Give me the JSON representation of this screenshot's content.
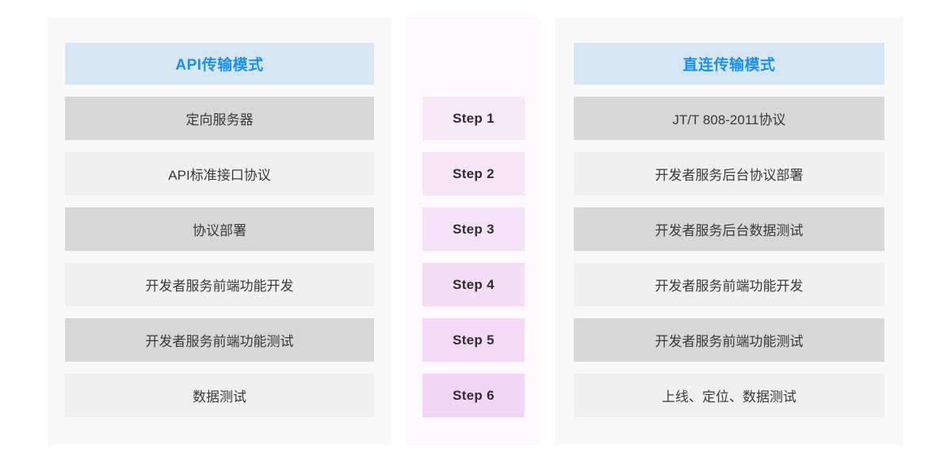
{
  "page": {
    "background": "#ffffff",
    "panel_background": "#f9f9fa",
    "middle_panel_background": "#fdf9fd",
    "title_background": "#d6e7f3",
    "title_color": "#1b8ef2",
    "row_dark_color": "#d7d7d7",
    "row_light_color": "#f0f0f0",
    "row_text_color": "#3a3a3a"
  },
  "left_column": {
    "title": "API传输模式",
    "rows": [
      {
        "label": "定向服务器",
        "shade": "dark"
      },
      {
        "label": "API标准接口协议",
        "shade": "light"
      },
      {
        "label": "协议部署",
        "shade": "dark"
      },
      {
        "label": "开发者服务前端功能开发",
        "shade": "light"
      },
      {
        "label": "开发者服务前端功能测试",
        "shade": "dark"
      },
      {
        "label": "数据测试",
        "shade": "light"
      }
    ]
  },
  "middle_column": {
    "steps": [
      {
        "label": "Step 1",
        "color": "#f8e9f8"
      },
      {
        "label": "Step 2",
        "color": "#f6e4f7"
      },
      {
        "label": "Step 3",
        "color": "#f6e2f7"
      },
      {
        "label": "Step 4",
        "color": "#f5ddf6"
      },
      {
        "label": "Step 5",
        "color": "#f4daf6"
      },
      {
        "label": "Step 6",
        "color": "#f3d6f6"
      }
    ]
  },
  "right_column": {
    "title": "直连传输模式",
    "rows": [
      {
        "label": "JT/T 808-2011协议",
        "shade": "dark"
      },
      {
        "label": "开发者服务后台协议部署",
        "shade": "light"
      },
      {
        "label": "开发者服务后台数据测试",
        "shade": "dark"
      },
      {
        "label": "开发者服务前端功能开发",
        "shade": "light"
      },
      {
        "label": "开发者服务前端功能测试",
        "shade": "dark"
      },
      {
        "label": "上线、定位、数据测试",
        "shade": "light"
      }
    ]
  }
}
